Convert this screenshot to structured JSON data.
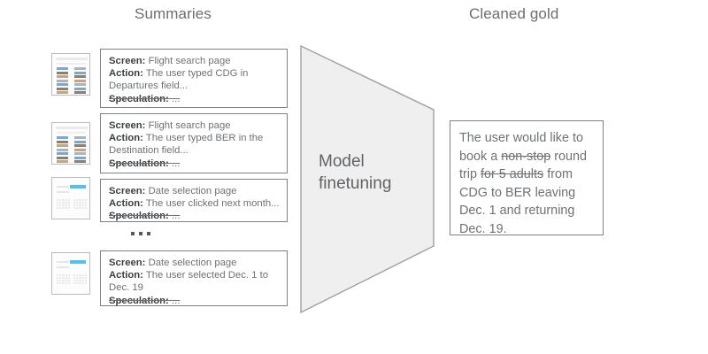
{
  "columns": {
    "summaries_title": "Summaries",
    "gold_title": "Cleaned gold"
  },
  "labels": {
    "screen": "Screen:",
    "action": "Action:",
    "speculation": "Speculation:",
    "speculation_value": "...",
    "ellipsis": "..."
  },
  "summaries": [
    {
      "thumbnail": "flight-search-screenshot",
      "screen": " Flight search page",
      "action": " The user typed CDG in Departures field..."
    },
    {
      "thumbnail": "flight-search-screenshot",
      "screen": " Flight search page",
      "action": " The user typed BER in the Destination field..."
    },
    {
      "thumbnail": "date-selection-screenshot",
      "screen": " Date selection page",
      "action": " The user clicked next month..."
    },
    {
      "thumbnail": "date-selection-screenshot",
      "screen": " Date selection page",
      "action": " The user selected Dec. 1 to Dec. 19"
    }
  ],
  "funnel": {
    "label": "Model\nfinetuning",
    "fill_color": "#efefef",
    "stroke_color": "#9aa0a6"
  },
  "gold": {
    "segments": [
      {
        "text": "The user would like to book a ",
        "strike": false
      },
      {
        "text": "non-stop",
        "strike": true
      },
      {
        "text": " round trip ",
        "strike": false
      },
      {
        "text": "for 5 adults",
        "strike": true
      },
      {
        "text": " from CDG to BER leaving Dec. 1 and returning Dec. 19.",
        "strike": false
      }
    ]
  },
  "theme": {
    "background": "#ffffff",
    "text_color": "#6e7276",
    "label_color": "#3c4043",
    "box_border": "#7e8286",
    "accent_blue": "#4fc3e8"
  }
}
